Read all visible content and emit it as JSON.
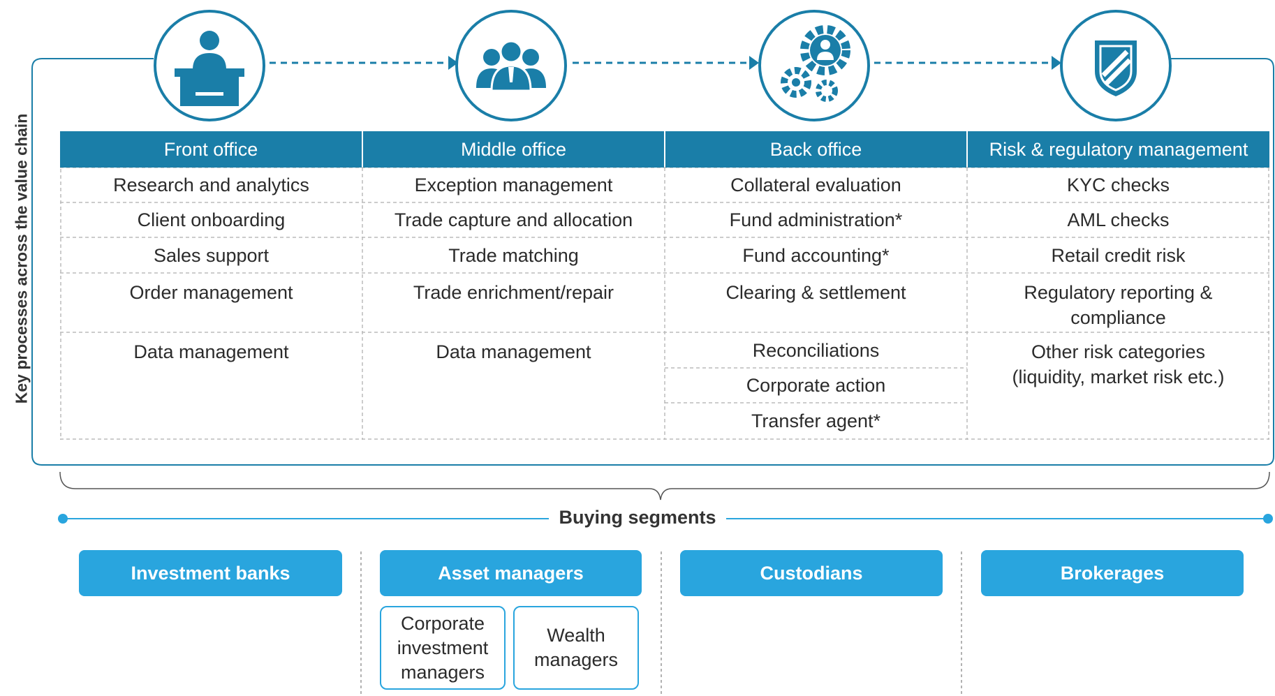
{
  "side_label": "Key processes across the value chain",
  "icons": [
    "person-at-desk-icon",
    "team-icon",
    "gears-with-person-icon",
    "shield-icon"
  ],
  "accent_color": "#1a7ea8",
  "button_color": "#29a5de",
  "columns": [
    {
      "header": "Front office"
    },
    {
      "header": "Middle office"
    },
    {
      "header": "Back office"
    },
    {
      "header": "Risk & regulatory management"
    }
  ],
  "rows": {
    "r1": [
      "Research and analytics",
      "Exception management",
      "Collateral evaluation",
      "KYC checks"
    ],
    "r2": [
      "Client onboarding",
      "Trade capture and allocation",
      "Fund administration*",
      "AML checks"
    ],
    "r3": [
      "Sales support",
      "Trade matching",
      "Fund accounting*",
      "Retail credit risk"
    ],
    "r4": [
      "Order management",
      "Trade enrichment/repair",
      "Clearing & settlement",
      "Regulatory reporting & compliance"
    ],
    "r5": [
      "Data management",
      "Data management",
      "Reconciliations",
      "Other risk categories (liquidity, market risk etc.)"
    ],
    "back_office_extra": [
      "Corporate action",
      "Transfer agent*"
    ]
  },
  "segments": {
    "title": "Buying segments",
    "items": [
      "Investment banks",
      "Asset managers",
      "Custodians",
      "Brokerages"
    ],
    "asset_manager_subs": [
      "Corporate investment managers",
      "Wealth managers"
    ]
  }
}
